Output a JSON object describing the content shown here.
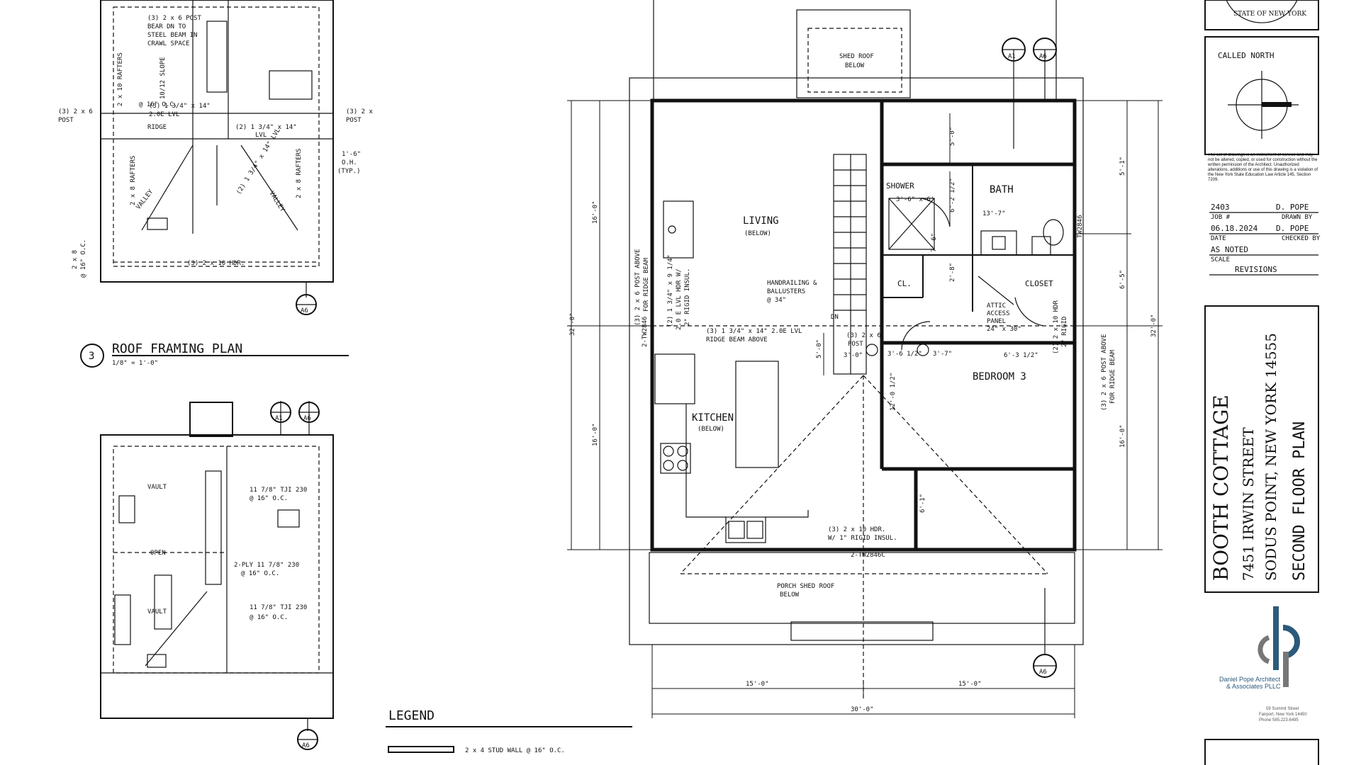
{
  "roof_framing_plan": {
    "number": "3",
    "title": "ROOF FRAMING PLAN",
    "scale": "1/8\" = 1'-0\"",
    "notes": {
      "post_bear": "(3) 2 x 6 POST",
      "post_bear2": "BEAR DN TO",
      "post_bear3": "STEEL BEAM IN",
      "post_bear4": "CRAWL SPACE",
      "rafters_a": "2 x 10 RAFTERS",
      "rafters_a2": "@ 16\" O.C.",
      "slope_a": "10/12 SLOPE",
      "lvl_a": "(3) 1 3/4\" x 14\"",
      "lvl_a2": "2.0E LVL",
      "lvl_b": "(2) 1 3/4\" x 14\"",
      "lvl_b2": "LVL",
      "ridge": "RIDGE",
      "post_left": "(3) 2 x 6",
      "post_left2": "POST",
      "post_right": "(3) 2 x",
      "post_right2": "POST",
      "oh": "1'-6\"",
      "oh2": "O.H.",
      "oh3": "(TYP.)",
      "rafters_b": "2 x 8 RAFTERS",
      "valley_a": "VALLEY",
      "valley_b": "VALLEY",
      "hdr": "(3) 2 x 10 HDR.",
      "rafter_side": "2 x 8",
      "rafter_side2": "@ 16\" O.C.",
      "lvl_valley": "(2) 1 3/4\" x 14\" LVL"
    },
    "tag": "A6"
  },
  "floor_framing_plan": {
    "notes": {
      "vault": "VAULT",
      "open": "OPEN",
      "vault2": "VAULT",
      "tji_a": "11 7/8\" TJI 230",
      "tji_a2": "@ 16\" O.C.",
      "tji_b": "2-PLY 11 7/8\" 230",
      "tji_b2": "@ 16\" O.C.",
      "tji_c": "11 7/8\" TJI 230",
      "tji_c2": "@ 16\" O.C."
    },
    "tags": [
      "A1",
      "A6",
      "A6"
    ]
  },
  "second_floor_plan": {
    "rooms": {
      "living": "LIVING",
      "living_sub": "(BELOW)",
      "kitchen": "KITCHEN",
      "kitchen_sub": "(BELOW)",
      "shower": "SHOWER",
      "bath": "BATH",
      "cl": "CL.",
      "closet": "CLOSET",
      "bedroom": "BEDROOM 3"
    },
    "notes": {
      "shed_roof": "SHED ROOF",
      "shed_roof2": "BELOW",
      "handrail": "HANDRAILING &",
      "handrail2": "BALLUSTERS",
      "handrail3": "@ 34\"",
      "dn": "DN",
      "ridge_beam": "(3) 1 3/4\" x 14\" 2.0E LVL",
      "ridge_beam2": "RIDGE BEAM ABOVE",
      "post_left": "(3) 2 x 6 POST ABOVE",
      "post_left2": "FOR RIDGE BEAM",
      "lvl_hdr": "(2) 1 3/4\" x 9 1/4\"",
      "lvl_hdr2": "2.0 E LVL HDR W/",
      "lvl_hdr3": "2\" RIGID INSUL.",
      "post_mid": "(3) 2 x 6",
      "post_mid2": "POST",
      "attic": "ATTIC",
      "attic2": "ACCESS",
      "attic3": "PANEL",
      "attic4": "24\" x 30\"",
      "hdr_right": "(2) 2 x 10 HDR",
      "hdr_right2": "2\" RIGID",
      "post_right": "(3) 2 x 6 POST ABOVE",
      "post_right2": "FOR RIDGE BEAM",
      "hdr_bottom": "(3) 2 x 10 HDR.",
      "hdr_bottom2": "W/ 1\" RIGID INSUL.",
      "porch": "PORCH SHED ROOF",
      "porch2": "BELOW",
      "shower_size": "3'-6\" x 6'",
      "window_tag_a": "2-TW2846",
      "window_tag_b": "2-TW2846C",
      "window_tag_c": "TW2846"
    },
    "dims": {
      "overall_left": "32'-0\"",
      "upper_left": "16'-0\"",
      "lower_left": "16'-0\"",
      "overall_right": "32'-0\"",
      "right_a": "5'-1\"",
      "right_b": "6'-5\"",
      "right_c": "16'-0\"",
      "bottom_left": "15'-0\"",
      "bottom_right": "15'-0\"",
      "overall_bottom": "30'-0\"",
      "d_5_0": "5'-0\"",
      "d_6_2": "6'-2 1/2\"",
      "d_13_7": "13'-7\"",
      "d_7_6": "7'-6\"",
      "d_2_8": "2'-8\"",
      "d_3_6": "3'-6 1/2\"",
      "d_3_7": "3'-7\"",
      "d_6_3": "6'-3 1/2\"",
      "d_3_0": "3'-0\"",
      "d_12_0": "12'-0 1/2\"",
      "d_6_1": "6'-1\"",
      "d_5_0b": "5'-0\""
    },
    "tags": [
      "A1",
      "A6",
      "A6"
    ]
  },
  "legend": {
    "title": "LEGEND",
    "item": "2 x 4 STUD WALL @ 16\" O.C."
  },
  "title_block": {
    "seal_text": "STATE OF NEW YORK",
    "north": "CALLED NORTH",
    "disclaimer": "The set of drawings is an instrument of service and may not be altered, copied, or used for construction without the written permission of the Architect. Unauthorized alterations, additions or use of this drawing is a violation of the New York State Education Law Article 145, Section 7209.",
    "job_no": "2403",
    "job_label": "JOB #",
    "drawn_by": "D. POPE",
    "drawn_label": "DRAWN BY",
    "date": "06.18.2024",
    "date_label": "DATE",
    "checked_by": "D. POPE",
    "checked_label": "CHECKED BY",
    "scale": "AS NOTED",
    "scale_label": "SCALE",
    "revisions": "REVISIONS",
    "project": "BOOTH COTTAGE",
    "address": "7451 IRWIN STREET",
    "city": "SODUS POINT, NEW YORK 14555",
    "sheet_title": "SECOND FLOOR PLAN",
    "firm": "Daniel Pope Architect",
    "firm2": "& Associates PLLC",
    "firm_addr": "59 Summit Street",
    "firm_addr2": "Fairport, New York 14450",
    "firm_phone": "Phone 585.223.6495"
  }
}
